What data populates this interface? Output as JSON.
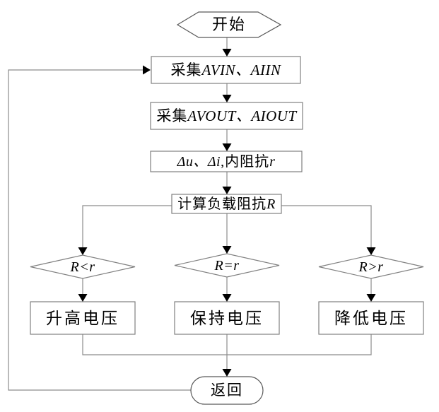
{
  "diagram": {
    "type": "flowchart",
    "background": "#ffffff",
    "colors": {
      "connector": "#8c8c8c",
      "process_border": "#808080",
      "terminal_border": "#595959",
      "arrowhead": "#000000",
      "text": "#000000"
    },
    "nodes": {
      "start": {
        "shape": "hexagon",
        "role": "terminal",
        "parts": [
          {
            "text": "开始",
            "italic": false
          }
        ]
      },
      "collect_input": {
        "shape": "rectangle",
        "role": "process",
        "parts": [
          {
            "text": "采集",
            "italic": false
          },
          {
            "text": "AVIN、AIIN",
            "italic": true
          }
        ]
      },
      "collect_output": {
        "shape": "rectangle",
        "role": "process",
        "parts": [
          {
            "text": "采集",
            "italic": false
          },
          {
            "text": "AVOUT、AIOUT",
            "italic": true
          }
        ]
      },
      "delta": {
        "shape": "rectangle",
        "role": "process",
        "parts": [
          {
            "text": "Δu、Δi",
            "italic": true
          },
          {
            "text": ",内阻抗",
            "italic": false
          },
          {
            "text": "r",
            "italic": true
          }
        ]
      },
      "calc_load": {
        "shape": "rectangle",
        "role": "process",
        "parts": [
          {
            "text": "计算负载阻抗",
            "italic": false
          },
          {
            "text": "R",
            "italic": true
          }
        ]
      },
      "cmp_less": {
        "shape": "diamond",
        "role": "decision",
        "parts": [
          {
            "text": "R<r",
            "italic": true
          }
        ]
      },
      "cmp_equal": {
        "shape": "diamond",
        "role": "decision",
        "parts": [
          {
            "text": "R=r",
            "italic": true
          }
        ]
      },
      "cmp_greater": {
        "shape": "diamond",
        "role": "decision",
        "parts": [
          {
            "text": "R>r",
            "italic": true
          }
        ]
      },
      "raise_voltage": {
        "shape": "rectangle",
        "role": "process",
        "parts": [
          {
            "text": "升高电压",
            "italic": false
          }
        ]
      },
      "hold_voltage": {
        "shape": "rectangle",
        "role": "process",
        "parts": [
          {
            "text": "保持电压",
            "italic": false
          }
        ]
      },
      "lower_voltage": {
        "shape": "rectangle",
        "role": "process",
        "parts": [
          {
            "text": "降低电压",
            "italic": false
          }
        ]
      },
      "return": {
        "shape": "stadium",
        "role": "terminal",
        "parts": [
          {
            "text": "返回",
            "italic": false
          }
        ]
      }
    },
    "edges": [
      {
        "from": "start",
        "to": "collect_input"
      },
      {
        "from": "collect_input",
        "to": "collect_output"
      },
      {
        "from": "collect_output",
        "to": "delta"
      },
      {
        "from": "delta",
        "to": "calc_load"
      },
      {
        "from": "calc_load",
        "to": "cmp_less"
      },
      {
        "from": "calc_load",
        "to": "cmp_equal"
      },
      {
        "from": "calc_load",
        "to": "cmp_greater"
      },
      {
        "from": "cmp_less",
        "to": "raise_voltage"
      },
      {
        "from": "cmp_equal",
        "to": "hold_voltage"
      },
      {
        "from": "cmp_greater",
        "to": "lower_voltage"
      },
      {
        "from": "raise_voltage",
        "to": "return"
      },
      {
        "from": "hold_voltage",
        "to": "return"
      },
      {
        "from": "lower_voltage",
        "to": "return"
      },
      {
        "from": "return",
        "to": "collect_input"
      }
    ]
  }
}
